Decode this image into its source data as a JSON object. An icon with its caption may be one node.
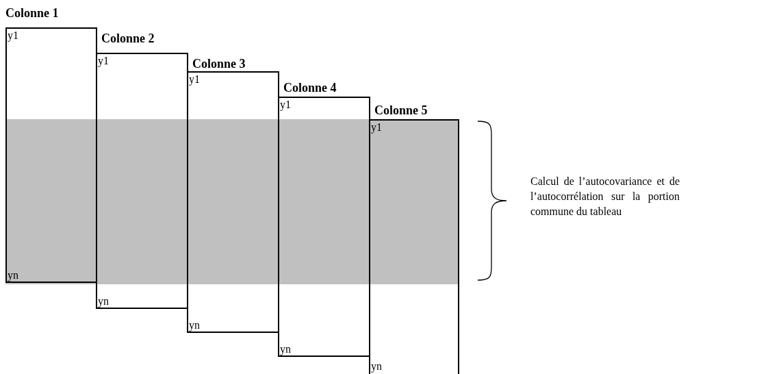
{
  "diagram": {
    "nodes": [
      {
        "text": [
          "Colonne 1",
          "y1",
          "yn"
        ]
      },
      {
        "text": [
          "Colonne 2",
          "y1",
          "yn"
        ]
      },
      {
        "text": [
          "Colonne 3",
          "y1",
          "yn"
        ]
      },
      {
        "text": [
          "Colonne 4",
          "y1",
          "yn"
        ]
      },
      {
        "text": [
          "Colonne 5",
          "y1",
          "yn"
        ]
      }
    ],
    "edges": [],
    "labels": [
      "Calcul de l’autocovariance et de l’autocorrélation sur la portion commune du tableau"
    ]
  }
}
